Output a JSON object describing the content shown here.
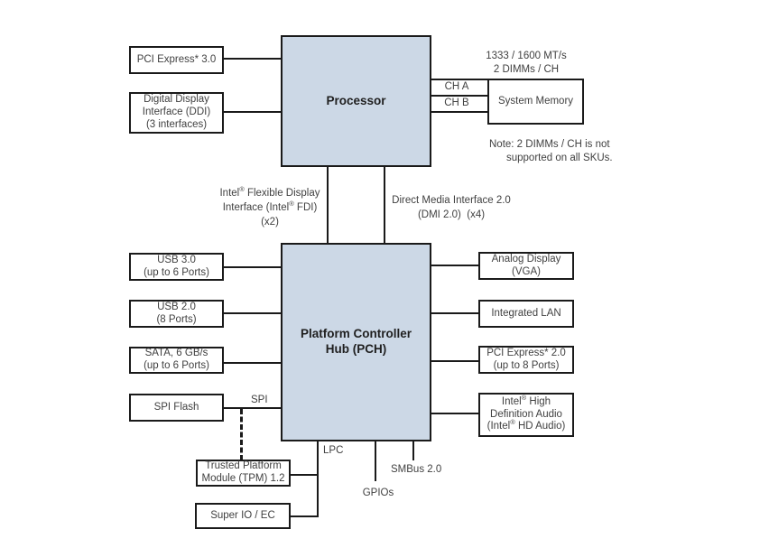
{
  "colors": {
    "chip_fill": "#ccd8e6",
    "line": "#1a1a1a",
    "box_fill": "#ffffff",
    "text": "#414141"
  },
  "chips": {
    "processor": {
      "label": "Processor"
    },
    "pch": {
      "line1": "Platform Controller",
      "line2": "Hub (PCH)"
    }
  },
  "processor_peripherals": {
    "pcie3": {
      "line1": "PCI Express* 3.0"
    },
    "ddi": {
      "line1": "Digital Display",
      "line2": "Interface (DDI)",
      "line3": "(3 interfaces)"
    }
  },
  "memory": {
    "speed_line1": "1333 / 1600 MT/s",
    "speed_line2": "2 DIMMs / CH",
    "ch_a": "CH A",
    "ch_b": "CH B",
    "system_memory": "System Memory",
    "note_line1": "Note: 2 DIMMs / CH is not",
    "note_line2": "supported on all SKUs."
  },
  "buses": {
    "fdi_line1": "Intel® Flexible Display",
    "fdi_line2": "Interface (Intel® FDI)",
    "fdi_line3": "(x2)",
    "dmi_line1": "Direct Media Interface 2.0",
    "dmi_line2": "(DMI 2.0)  (x4)",
    "spi": "SPI",
    "lpc": "LPC",
    "smbus": "SMBus 2.0",
    "gpios": "GPIOs"
  },
  "pch_peripherals": {
    "usb3": {
      "line1": "USB 3.0",
      "line2": "(up to 6 Ports)"
    },
    "usb2": {
      "line1": "USB 2.0",
      "line2": "(8 Ports)"
    },
    "sata": {
      "line1": "SATA, 6 GB/s",
      "line2": "(up to 6 Ports)"
    },
    "spi_flash": {
      "line1": "SPI Flash"
    },
    "vga": {
      "line1": "Analog Display",
      "line2": "(VGA)"
    },
    "lan": {
      "line1": "Integrated LAN"
    },
    "pcie2": {
      "line1": "PCI Express* 2.0",
      "line2": "(up to 8 Ports)"
    },
    "hd_audio": {
      "line1": "Intel® High",
      "line2": "Definition Audio",
      "line3": "(Intel® HD Audio)"
    },
    "tpm": {
      "line1": "Trusted Platform",
      "line2": "Module (TPM) 1.2"
    },
    "super_io": {
      "line1": "Super IO / EC"
    }
  }
}
